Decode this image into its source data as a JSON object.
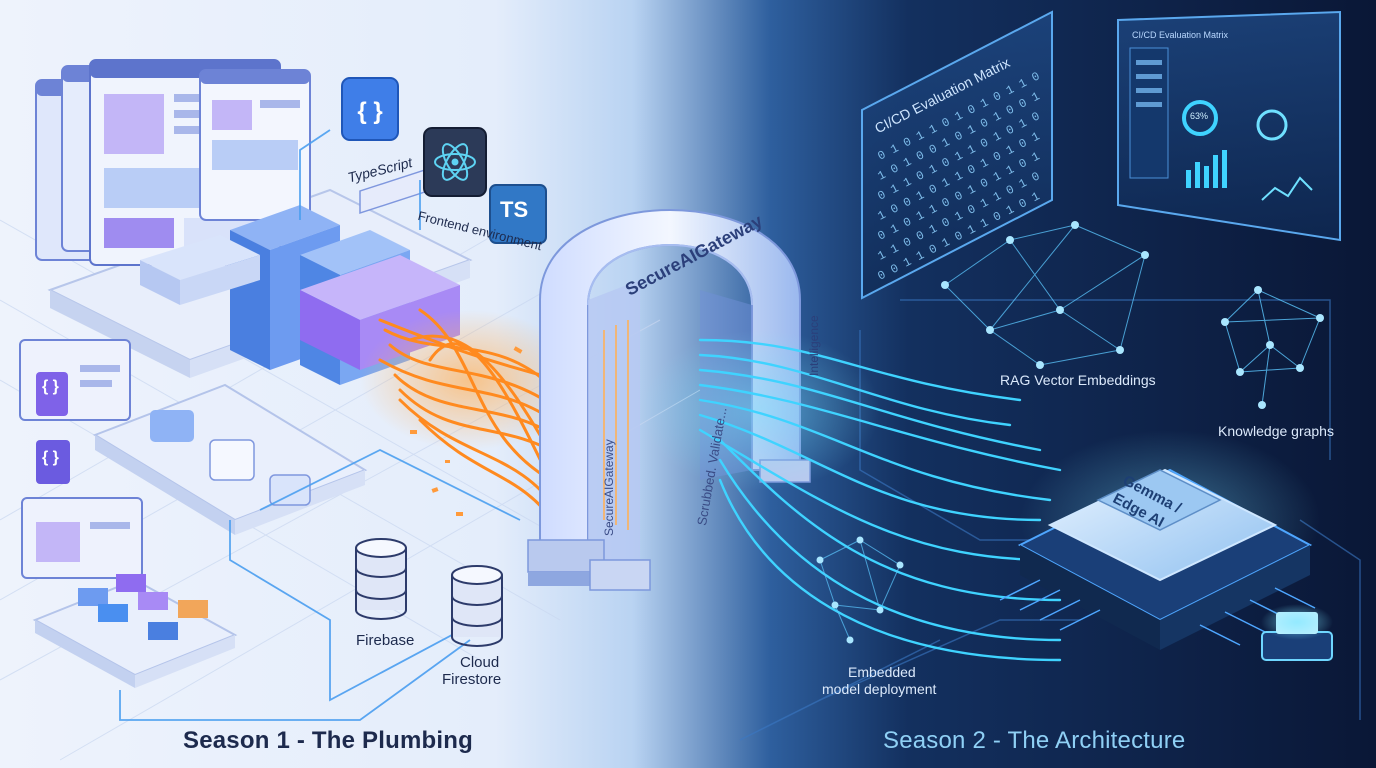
{
  "season1_title": "Season 1 - The Plumbing",
  "season2_title": "Season 2 - The Architecture",
  "frontend": {
    "typescript_label": "TypeScript",
    "environment_label": "Frontend environment",
    "ts_badge": "TS",
    "braces_glyph": "{ }"
  },
  "databases": {
    "firebase_label": "Firebase",
    "cloud_firestore_line1": "Cloud",
    "cloud_firestore_line2": "Firestore"
  },
  "gateway": {
    "arch_label": "SecureAIGateway",
    "pillar_label": "SecureAIGateway",
    "inner_label": "Scrubbed. Validate...",
    "right_label": "Intelligence"
  },
  "ai": {
    "matrix_title": "CI/CD Evaluation Matrix",
    "dashboard_title": "CI/CD Evaluation Matrix",
    "gauge_value": "63%",
    "rag_label": "RAG Vector Embeddings",
    "knowledge_label": "Knowledge graphs",
    "chip_line1": "Gemma /",
    "chip_line2": "Edge AI",
    "embedded_line1": "Embedded",
    "embedded_line2": "model deployment"
  },
  "colors": {
    "left_bg": "#eef3fc",
    "right_bg": "#0b1a3b",
    "orange_wire": "#ff8a1f",
    "cyan_wire": "#3fd3ff",
    "purple_block": "#8f6cf0",
    "blue_block": "#4a8ff0"
  },
  "icons": [
    "code-braces-icon",
    "react-icon",
    "ts-icon",
    "database-icon",
    "chip-icon",
    "neural-network-icon"
  ]
}
